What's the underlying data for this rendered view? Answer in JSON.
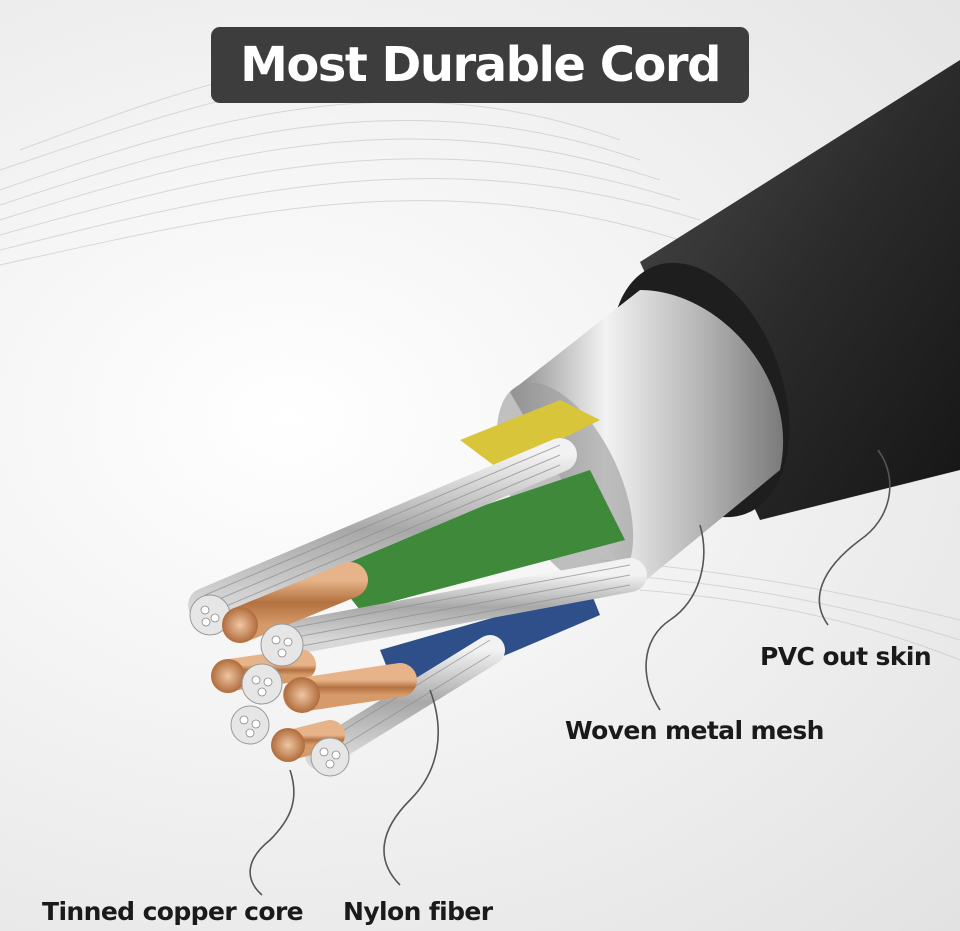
{
  "title": "Most Durable Cord",
  "labels": {
    "pvc": "PVC out skin",
    "mesh": "Woven metal mesh",
    "copper": "Tinned copper core",
    "nylon": "Nylon fiber"
  },
  "colors": {
    "title_bg": "#3d3d3d",
    "jacket": "#2a2a2a",
    "mesh": "#c8c8c8",
    "green_wire": "#3e8a3a",
    "blue_wire": "#2e4f8a",
    "yellow_wire": "#d8c53a",
    "copper": "#c98a5a"
  }
}
